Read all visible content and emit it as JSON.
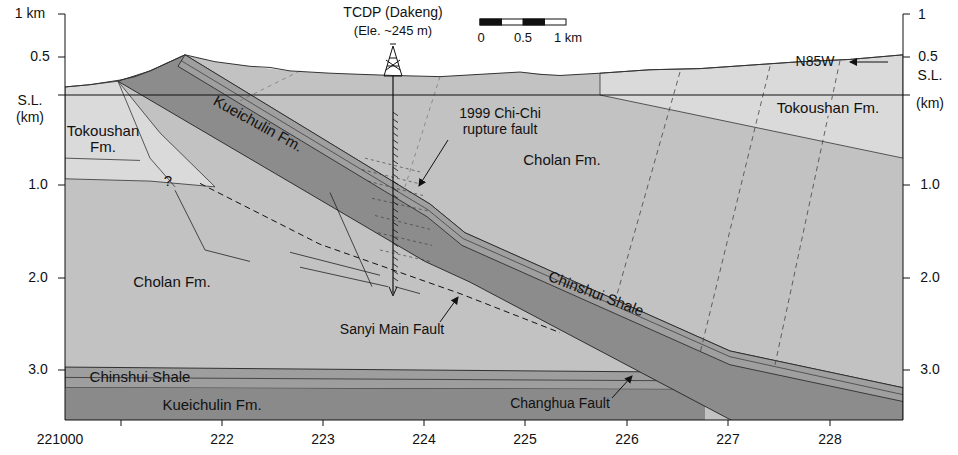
{
  "diagram": {
    "labels": [
      "1 km",
      "0.5",
      "S.L.",
      "(km)",
      "1.0",
      "2.0",
      "3.0",
      "1",
      "0.5",
      "S.L.",
      "(km)",
      "1.0",
      "2.0",
      "3.0",
      "TCDP (Dakeng)",
      "(Ele. ~245 m)",
      "0",
      "0.5",
      "1 km",
      "N85W",
      "1999 Chi-Chi rupture fault",
      "Tokoushan Fm.",
      "?",
      "Cholan Fm.",
      "Kueichulin Fm.",
      "Cholan Fm.",
      "Chinshui Shale",
      "Sanyi Main Fault",
      "Chinshui Shale",
      "Kueichulin Fm.",
      "Changhua Fault",
      "Tokoushan Fm.",
      "221000",
      "222",
      "223",
      "224",
      "225",
      "226",
      "227",
      "228"
    ]
  }
}
